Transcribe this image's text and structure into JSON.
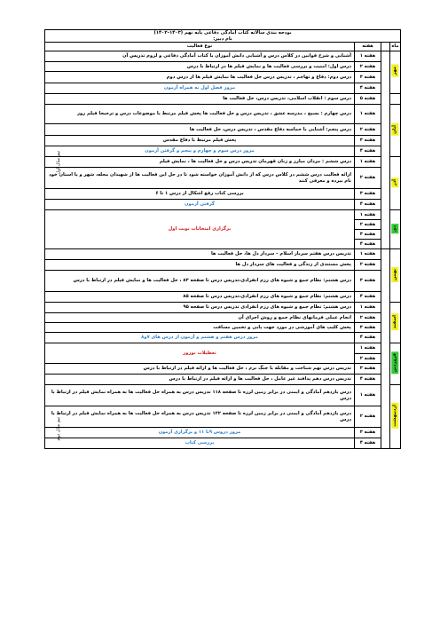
{
  "title": "بودجه بندی سالانه کتاب آمادگی دفاعی  پایه نهم  (۱۴۰۳–۱۴۰۲)",
  "teacher_label": "نام دبیر:",
  "headers": {
    "activity": "نوع فعالیت",
    "week": "هفته",
    "month": "ماه"
  },
  "months": [
    "مهر",
    "آبان",
    "آذر",
    "دی",
    "بهمن",
    "اسفند",
    "فروردین",
    "اردیبهشت"
  ],
  "half_labels": [
    "نیم سال اول",
    "نیم سال دوم"
  ],
  "month_colors": {
    "mehr": "#f2f21e",
    "aban": "#f2f21e",
    "azar": "#f2f21e",
    "dey": "#33cc33",
    "bahman": "#f2f21e",
    "esfand": "#f2f21e",
    "farvardin": "#33cc33",
    "ordibehesht": "#f2f21e"
  },
  "rows": [
    {
      "week": "هفته ۱",
      "text": "آشنایی و شرح قوانین در کلاس درس و آشنایی دانش آموزان با کتاب آمادگی دفاعی و لزوم تدریس آن"
    },
    {
      "week": "هفته ۲",
      "text": "درس اول: امنیت  و بررسی فعالیت ها و نمایش فیلم ها در ارتباط با درس"
    },
    {
      "week": "هفته ۳",
      "text": "درس دوم: دفاع و تهاجم ، تدریس درس حل فعالیت ها نمایش فیلم ها از درس دوم"
    },
    {
      "week": "هفته ۴",
      "text": "مرور فصل اول به همراه آزمون"
    },
    {
      "week": "هفته ۵",
      "text": "درس سوم : انقلاب اسلامی، تدریس درس، حل فعالیت ها"
    },
    {
      "week": "هفته ۱",
      "text": "درس چهارم : بسیج ، مدرسه عشق ، تدریس درس و حل فعالیت ها پخش فیلم مرتبط با موضوعات درس و ترجیحا فیلم روز"
    },
    {
      "week": "هفته ۲",
      "text": "درس پنجم: آشنایی با حماسه دفاع مقدس ، تدریس درس، حل فعالیت ها"
    },
    {
      "week": "هفته ۳",
      "text": "پخش فیلم مرتبط با دفاع مقدس"
    },
    {
      "week": "هفته ۴",
      "text": "مرور درس سوم و چهارم و پنجم و گرفتن آزمون"
    },
    {
      "week": "هفته ۱",
      "text": "درس ششم : مردان مبارز و زنان قهرمان تدریس درس و حل فعالیت ها ، نمایش فیلم"
    },
    {
      "week": "هفته ۲",
      "text": "ارائه فعالیت درس ششم در کلاس درس که از دانش آموزان خواسته شود تا در حل این فعالیت ها از شهیدان محله، شهر و یا استان  خود نام ببرده و معرفی کنند"
    },
    {
      "week": "هفته ۳",
      "text": "بررسی کتاب رفع اشکال از درس ۱ تا ۶"
    },
    {
      "week": "هفته ۴",
      "text": "گرفتن آزمون"
    },
    {
      "week": "هفته ۱",
      "text": ""
    },
    {
      "week": "هفته ۲",
      "text": "برگزاری امتحانات نوبت اول"
    },
    {
      "week": "هفته ۳",
      "text": ""
    },
    {
      "week": "هفته ۴",
      "text": ""
    },
    {
      "week": "هفته ۱",
      "text": "تدریس درس هفتم سرباز اسلام – سردار دل ها، حل فعالیت ها"
    },
    {
      "week": "هفته ۲",
      "text": "پخش مستندی از زندگی و فعالیت های سردار دل ها"
    },
    {
      "week": "هفته ۳",
      "text": "درس هشتم: نظام جمع و شیوه های رزم انفرادی،تدریس درس تا صفحه ۸۳ ، حل فعالیت ها و نمایش فیلم در ارتباط با درس"
    },
    {
      "week": "هفته ۴",
      "text": "درس هشتم: نظام جمع و شیوه های رزم انفرادی،تدریس درس تا صفحه ۸۵"
    },
    {
      "week": "هفته ۱",
      "text": "درس هشتم: نظام جمع و شیوه های رزم انفرادی تدریس درس تا صفحه ۹۵"
    },
    {
      "week": "هفته ۲",
      "text": "انجام عملی فرمانهای نظام جمع و روش اجرای آن"
    },
    {
      "week": "هفته ۳",
      "text": "پخش کلیپ های آموزشی در مورد جهت یابی و تخمین مسافت"
    },
    {
      "week": "هفته ۴",
      "text": "مرور درس هفتم و هشتم و آزمون از درس های ۷و۸"
    },
    {
      "week": "هفته ۱",
      "text": "تعطیلات نوروز"
    },
    {
      "week": "هفته ۲",
      "text": ""
    },
    {
      "week": "هفته ۳",
      "text": "تدریس درس نهم شناخت و مقابله با جنگ نرم ، حل فعالیت ها و ارائه فیلم در ارتباط با درس"
    },
    {
      "week": "هفته ۴",
      "text": "تدریس درس دهم پدافند غیر عامل ، حل فعالیت ها و ارائه فیلم در ارتباط با درس"
    },
    {
      "week": "هفته ۱",
      "text": "درس یازدهم  آمادگی و ایمنی در برابر زمین لرزه  تا صفحه ۱۱۸ تدریس درس به همراه حل فعالیت ها به همراه نمایش فیلم در ارتباط با درس"
    },
    {
      "week": "هفته ۲",
      "text": "درس یازدهم  آمادگی و ایمنی در برابر زمین لرزه  تا صفحه ۱۲۲ تدریس درس به همراه حل فعالیت ها به همراه نمایش فیلم در ارتباط با درس"
    },
    {
      "week": "هفته ۳",
      "text": "مرور دروس ۹تا ۱۱ و برگزاری آزمون"
    },
    {
      "week": "هفته ۴",
      "text": "بررسی کتاب"
    }
  ]
}
